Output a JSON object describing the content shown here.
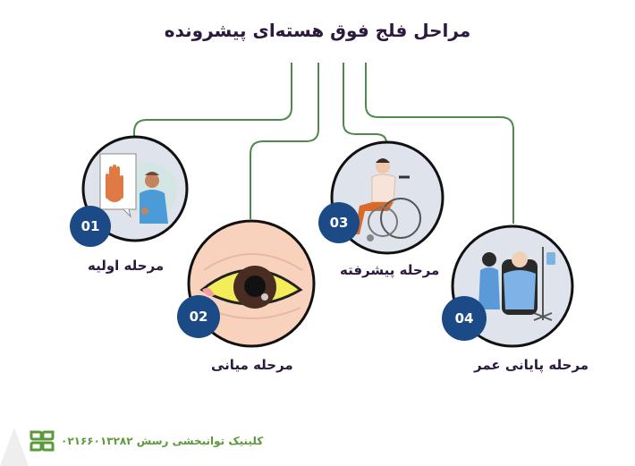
{
  "title": "مراحل فلج فوق هسته‌ای پیشرونده",
  "stages": [
    {
      "number": "01",
      "label": "مرحله اولیه",
      "illustration": "man-with-tremor-hand-icon"
    },
    {
      "number": "02",
      "label": "مرحله میانی",
      "illustration": "yellow-eye-icon"
    },
    {
      "number": "03",
      "label": "مرحله پیشرفته",
      "illustration": "man-in-wheelchair-icon"
    },
    {
      "number": "04",
      "label": "مرحله پایانی عمر",
      "illustration": "patient-with-iv-drip-icon"
    }
  ],
  "footer": {
    "text": "کلینیک توانبخشی رسش ۰۲۱۶۶۰۱۳۲۸۲",
    "logo": "clinic-logo-icon"
  },
  "colors": {
    "title": "#2b1a3d",
    "line": "#4f8a4c",
    "badge": "#1b4a86",
    "circle_bg": "#dfe4ec",
    "footer_text": "#5a9a3a"
  }
}
